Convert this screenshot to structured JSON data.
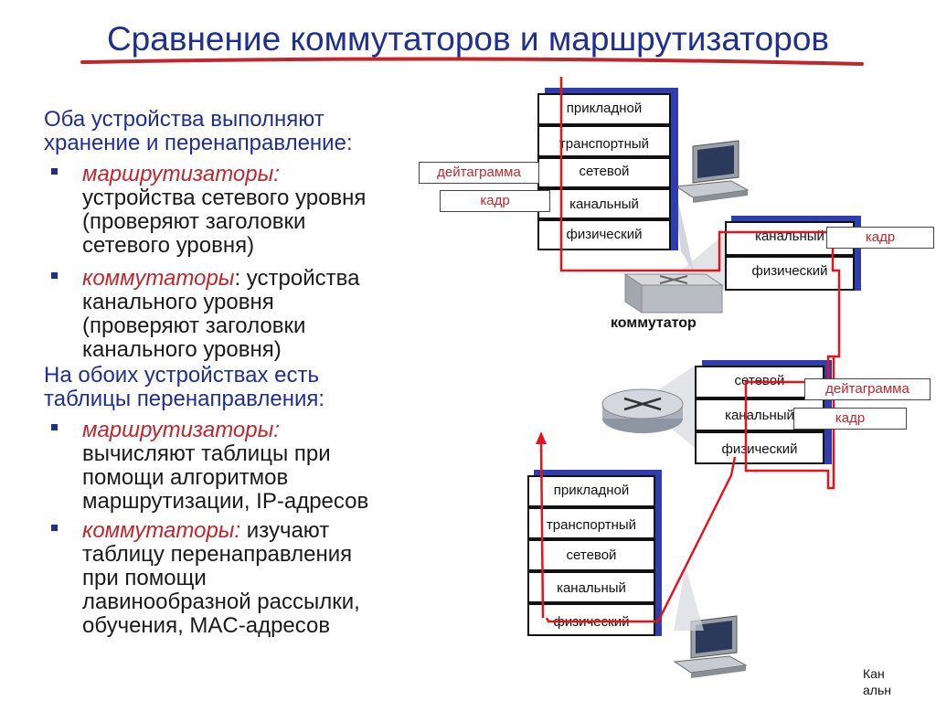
{
  "title": "Сравнение коммутаторов и маршрутизаторов",
  "left": {
    "intro": [
      "Оба устройства выполняют",
      "хранение и перенаправление:"
    ],
    "b1_term": "маршрутизаторы:",
    "b1_rest": [
      "устройства сетевого уровня",
      "(проверяют заголовки",
      "сетевого уровня)"
    ],
    "b2_term": "коммутаторы",
    "b2_colon": ": устройства",
    "b2_rest": [
      "канального уровня",
      "(проверяют заголовки",
      "канального уровня)"
    ],
    "second": [
      "На обоих устройствах есть",
      "таблицы перенаправления:"
    ],
    "b3_term": "маршрутизаторы:",
    "b3_rest": [
      "вычисляют таблицы при",
      "помощи алгоритмов",
      "маршрутизации, IP-адресов"
    ],
    "b4_term": "коммутаторы:",
    "b4_after": " изучают",
    "b4_rest": [
      "таблицу перенаправления",
      "при помощи",
      "лавинообразной рассылки,",
      "обучения, MAC-адресов"
    ]
  },
  "diagram": {
    "host_top_layers": [
      "прикладной",
      "транспортный",
      "сетевой",
      "канальный",
      "физический"
    ],
    "switch_layers": [
      "канальный",
      "физический"
    ],
    "router_layers": [
      "сетевой",
      "канальный",
      "физический"
    ],
    "host_bottom_layers": [
      "прикладной",
      "транспортный",
      "сетевой",
      "канальный",
      "физический"
    ],
    "tag_datagram": "дейтаграмма",
    "tag_frame": "кадр",
    "switch_label": "коммутатор",
    "corner_label": [
      "Кан",
      "альн"
    ]
  },
  "colors": {
    "title": "#1f2f8f",
    "accent": "#c0272d",
    "shadow": "#2f3dad"
  }
}
